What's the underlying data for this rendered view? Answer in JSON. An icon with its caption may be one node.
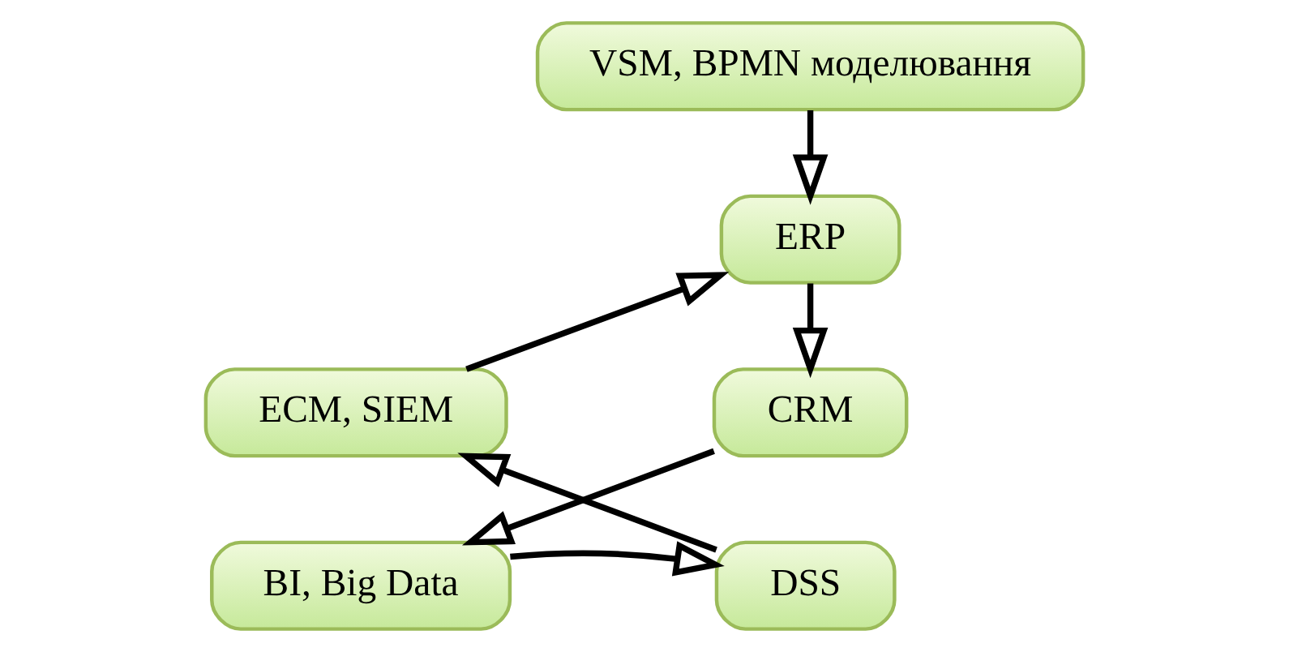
{
  "diagram": {
    "nodes": [
      {
        "text": [
          "VSM, BPMN моделювання"
        ]
      },
      {
        "text": [
          "ERP"
        ]
      },
      {
        "text": [
          "CRM"
        ]
      },
      {
        "text": [
          "BI, Big Data"
        ]
      },
      {
        "text": [
          "DSS"
        ]
      },
      {
        "text": [
          "ECM, SIEM"
        ]
      }
    ],
    "edges": [
      {
        "from": 0,
        "to": 1,
        "arrow": "to"
      },
      {
        "from": 1,
        "to": 2,
        "arrow": "to"
      },
      {
        "from": 2,
        "to": 3,
        "arrow": "to"
      },
      {
        "from": 3,
        "to": 4,
        "arrow": "to"
      },
      {
        "from": 4,
        "to": 5,
        "arrow": "to"
      },
      {
        "from": 5,
        "to": 1,
        "arrow": "to"
      }
    ]
  }
}
